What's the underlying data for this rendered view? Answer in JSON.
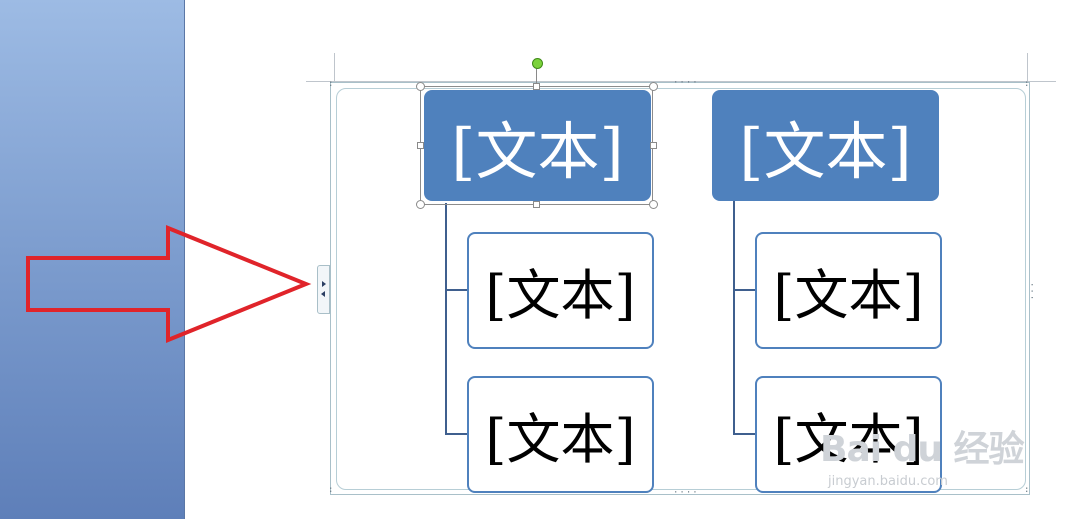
{
  "diagram": {
    "columns": [
      {
        "top": {
          "label": "[文本]"
        },
        "children": [
          {
            "label": "[文本]"
          },
          {
            "label": "[文本]"
          }
        ]
      },
      {
        "top": {
          "label": "[文本]"
        },
        "children": [
          {
            "label": "[文本]"
          },
          {
            "label": "[文本]"
          }
        ]
      }
    ]
  },
  "watermark": {
    "logo": "Bai du 经验",
    "url": "jingyan.baidu.com"
  },
  "colors": {
    "accent": "#4f81bd",
    "annotation_arrow": "#e0242a",
    "panel_gradient_top": "#9dbbe4",
    "panel_gradient_bottom": "#5e7fb9"
  },
  "icons": {
    "text-pane-toggle": "triangle-pair-icon",
    "rotate-handle": "green-dot-icon"
  }
}
